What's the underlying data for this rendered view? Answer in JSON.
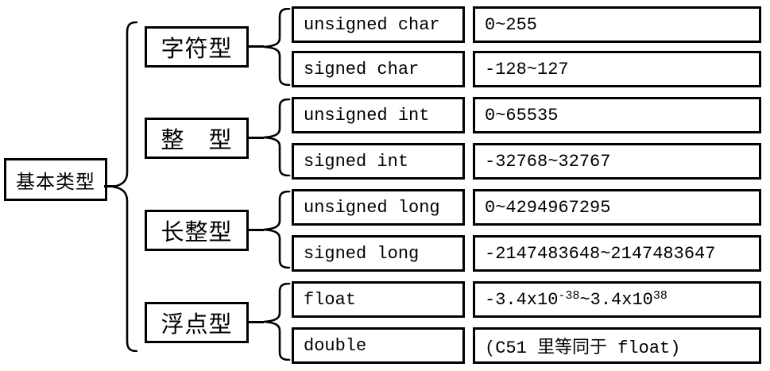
{
  "diagram": {
    "title_hint": "C51 basic data types",
    "root": {
      "label": "基本类型"
    },
    "groups": [
      {
        "label": "字符型",
        "items": [
          {
            "type": "unsigned char",
            "range": "0~255"
          },
          {
            "type": "signed char",
            "range": "-128~127"
          }
        ]
      },
      {
        "label": "整　型",
        "items": [
          {
            "type": "unsigned int",
            "range": "0~65535"
          },
          {
            "type": "signed int",
            "range": "-32768~32767"
          }
        ]
      },
      {
        "label": "长整型",
        "items": [
          {
            "type": "unsigned long",
            "range": "0~4294967295"
          },
          {
            "type": "signed long",
            "range": "-2147483648~2147483647"
          }
        ]
      },
      {
        "label": "浮点型",
        "items": [
          {
            "type": "float",
            "range_parts": {
              "base1": "-3.4x10",
              "sup1": "-38",
              "mid": "~3.4x10",
              "sup2": "38"
            }
          },
          {
            "type": "double",
            "range": "(C51 里等同于 float)"
          }
        ]
      }
    ],
    "colors": {
      "line": "#000000",
      "background": "#ffffff",
      "text": "#000000"
    }
  }
}
